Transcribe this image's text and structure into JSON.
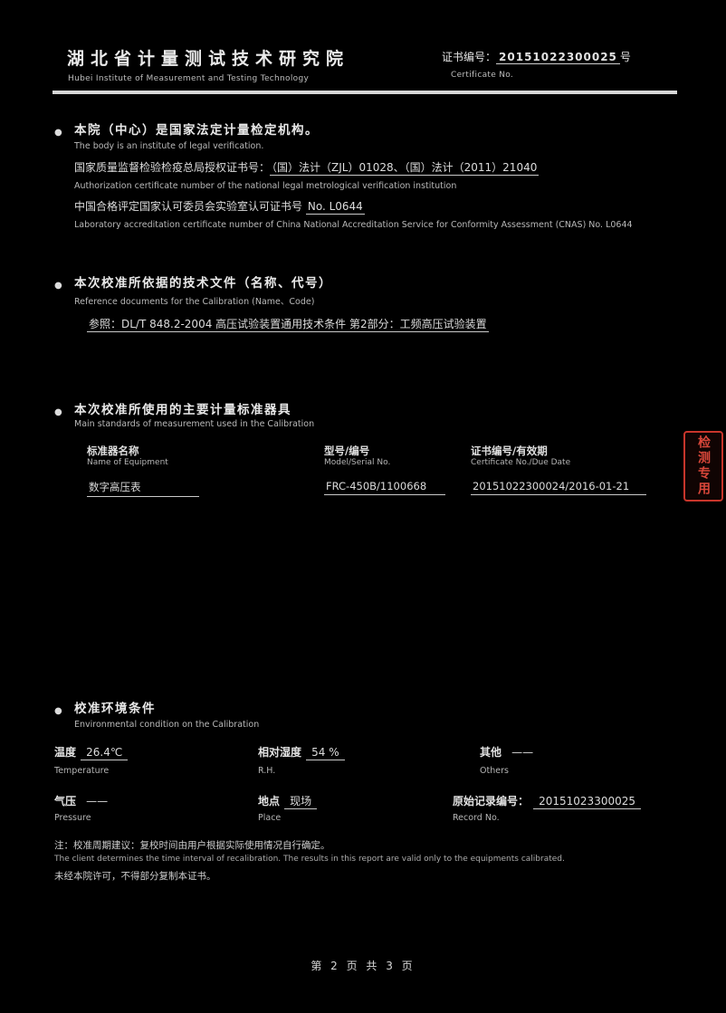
{
  "header": {
    "institute_zh": "湖北省计量测试技术研究院",
    "institute_en": "Hubei Institute of Measurement and Testing Technology",
    "cert_label_zh": "证书编号：",
    "cert_no": "20151022300025",
    "cert_suffix": "号",
    "cert_label_en": "Certificate No."
  },
  "section1": {
    "zh1": "本院（中心）是国家法定计量检定机构。",
    "en1": "The body is an institute of legal verification.",
    "zh2_prefix": "国家质量监督检验检疫总局授权证书号：",
    "zh2_value": "（国）法计（ZJL）01028、（国）法计（2011）21040",
    "en2": "Authorization certificate number of the national legal metrological verification institution",
    "zh3_prefix": "中国合格评定国家认可委员会实验室认可证书号",
    "zh3_value": "No. L0644",
    "en3": "Laboratory accreditation certificate number of China National Accreditation Service for Conformity Assessment (CNAS)  No. L0644"
  },
  "section2": {
    "zh": "本次校准所依据的技术文件（名称、代号）",
    "en": "Reference documents for the Calibration (Name、Code)",
    "doc": "参照：DL/T 848.2-2004  高压试验装置通用技术条件  第2部分：工频高压试验装置"
  },
  "section3": {
    "zh": "本次校准所使用的主要计量标准器具",
    "en": "Main standards of measurement used in the Calibration",
    "columns": [
      {
        "zh": "标准器名称",
        "en": "Name of Equipment"
      },
      {
        "zh": "型号/编号",
        "en": "Model/Serial No."
      },
      {
        "zh": "证书编号/有效期",
        "en": "Certificate No./Due Date"
      }
    ],
    "rows": [
      {
        "name": "数字高压表",
        "model": "FRC-450B/1100668",
        "cert": "20151022300024/2016-01-21"
      }
    ]
  },
  "stamp": {
    "text": "检测专用"
  },
  "section4": {
    "zh": "校准环境条件",
    "en": "Environmental condition on the Calibration",
    "fields": [
      {
        "zh": "温度",
        "en": "Temperature",
        "value": "26.4℃"
      },
      {
        "zh": "相对湿度",
        "en": "R.H.",
        "value": "54 %"
      },
      {
        "zh": "其他",
        "en": "Others",
        "value": "——"
      },
      {
        "zh": "气压",
        "en": "Pressure",
        "value": "——"
      },
      {
        "zh": "地点",
        "en": "Place",
        "value": "现场"
      },
      {
        "zh": "原始记录编号：",
        "en": "Record No.",
        "value": "20151023300025"
      }
    ]
  },
  "notes": {
    "zh1": "注：校准周期建议：复校时间由用户根据实际使用情况自行确定。",
    "en1": "The client determines the time interval of recalibration. The results in this report are valid only to the equipments calibrated.",
    "zh2": "未经本院许可，不得部分复制本证书。"
  },
  "footer": {
    "page_text": "第 2 页  共 3 页"
  }
}
